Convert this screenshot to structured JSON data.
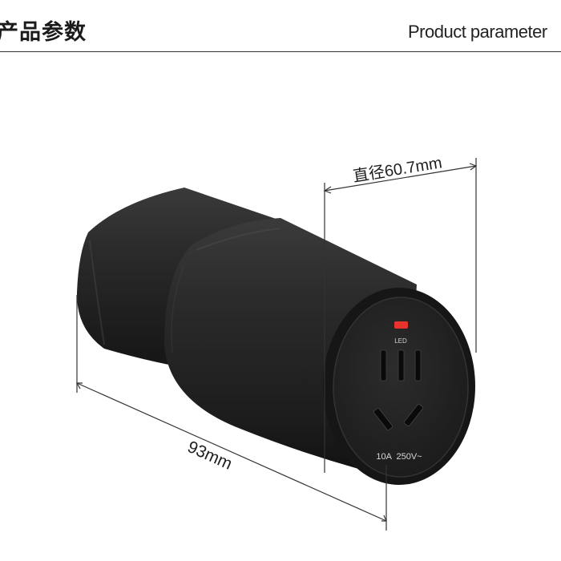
{
  "header": {
    "title_cn": "产品参数",
    "title_en": "Product parameter"
  },
  "dimensions": {
    "diameter": "直径60.7mm",
    "length": "93mm"
  },
  "socket": {
    "led_label": "LED",
    "rating": "10A  250V~"
  },
  "colors": {
    "body": "#232323",
    "led": "#e8322c",
    "line": "#333333"
  }
}
